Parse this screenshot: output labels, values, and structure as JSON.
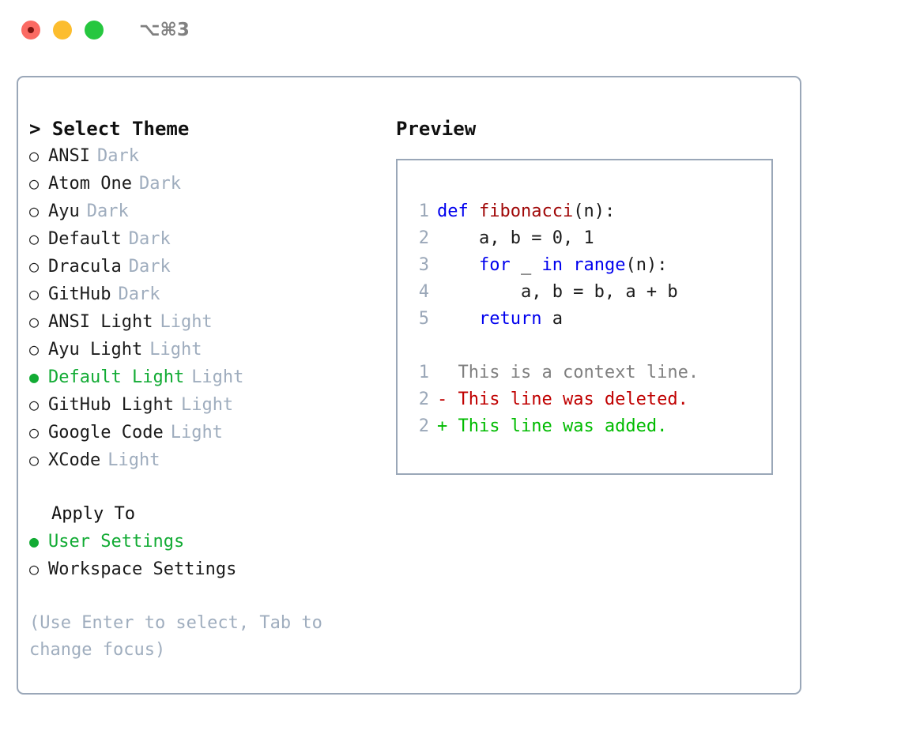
{
  "window": {
    "title": "⌥⌘3",
    "traffic_lights": [
      "close-red",
      "minimize-yellow",
      "maximize-green"
    ]
  },
  "left": {
    "header": "> Select Theme",
    "themes": [
      {
        "bullet": "○",
        "name": "ANSI",
        "variant": "Dark",
        "selected": false
      },
      {
        "bullet": "○",
        "name": "Atom One",
        "variant": "Dark",
        "selected": false
      },
      {
        "bullet": "○",
        "name": "Ayu",
        "variant": "Dark",
        "selected": false
      },
      {
        "bullet": "○",
        "name": "Default",
        "variant": "Dark",
        "selected": false
      },
      {
        "bullet": "○",
        "name": "Dracula",
        "variant": "Dark",
        "selected": false
      },
      {
        "bullet": "○",
        "name": "GitHub",
        "variant": "Dark",
        "selected": false
      },
      {
        "bullet": "○",
        "name": "ANSI Light",
        "variant": "Light",
        "selected": false
      },
      {
        "bullet": "○",
        "name": "Ayu Light",
        "variant": "Light",
        "selected": false
      },
      {
        "bullet": "●",
        "name": "Default Light",
        "variant": "Light",
        "selected": true
      },
      {
        "bullet": "○",
        "name": "GitHub Light",
        "variant": "Light",
        "selected": false
      },
      {
        "bullet": "○",
        "name": "Google Code",
        "variant": "Light",
        "selected": false
      },
      {
        "bullet": "○",
        "name": "XCode",
        "variant": "Light",
        "selected": false
      }
    ],
    "apply_to_header": "Apply To",
    "apply_to": [
      {
        "bullet": "●",
        "name": "User Settings",
        "selected": true
      },
      {
        "bullet": "○",
        "name": "Workspace Settings",
        "selected": false
      }
    ],
    "hint": "(Use Enter to select, Tab to change focus)"
  },
  "right": {
    "header": "Preview",
    "code": [
      {
        "num": "1",
        "tokens": [
          {
            "t": "def ",
            "c": "kw"
          },
          {
            "t": "fibonacci",
            "c": "fn"
          },
          {
            "t": "(n):",
            "c": "pl"
          }
        ]
      },
      {
        "num": "2",
        "tokens": [
          {
            "t": "    a, b = 0, 1",
            "c": "pl"
          }
        ]
      },
      {
        "num": "3",
        "tokens": [
          {
            "t": "    ",
            "c": "pl"
          },
          {
            "t": "for",
            "c": "kw"
          },
          {
            "t": " _ ",
            "c": "pl"
          },
          {
            "t": "in",
            "c": "kw"
          },
          {
            "t": " ",
            "c": "pl"
          },
          {
            "t": "range",
            "c": "kw"
          },
          {
            "t": "(n):",
            "c": "pl"
          }
        ]
      },
      {
        "num": "4",
        "tokens": [
          {
            "t": "        a, b = b, a + b",
            "c": "pl"
          }
        ]
      },
      {
        "num": "5",
        "tokens": [
          {
            "t": "    ",
            "c": "pl"
          },
          {
            "t": "return",
            "c": "kw"
          },
          {
            "t": " a",
            "c": "pl"
          }
        ]
      }
    ],
    "diff": [
      {
        "num": "1",
        "marker": "  ",
        "text": "This is a context line.",
        "kind": "ctx"
      },
      {
        "num": "2",
        "marker": "- ",
        "text": "This line was deleted.",
        "kind": "del"
      },
      {
        "num": "2",
        "marker": "+ ",
        "text": "This line was added.",
        "kind": "add"
      }
    ]
  },
  "colors": {
    "accent_green": "#12ab34",
    "muted": "#9fadbe",
    "border": "#9aa7b8",
    "keyword_blue": "#0000ee",
    "function_red": "#a00808",
    "diff_add": "#00bb00",
    "diff_del": "#c00000"
  }
}
